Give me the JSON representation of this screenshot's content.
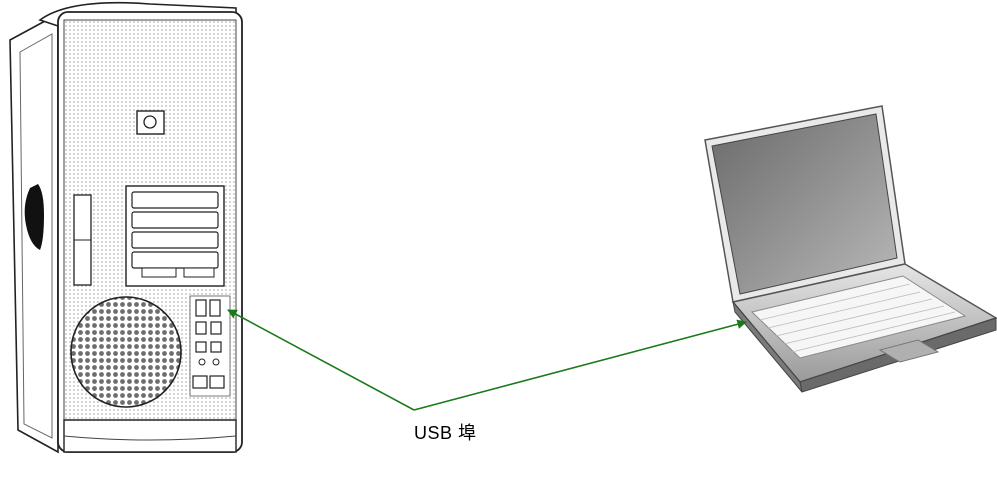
{
  "diagram": {
    "port_label": "USB 埠",
    "arrow_color": "#1a7a1a",
    "nodes": [
      {
        "name": "desktop-tower-computer",
        "icon": "mac-pro-tower-icon"
      },
      {
        "name": "laptop-computer",
        "icon": "laptop-icon"
      }
    ]
  }
}
